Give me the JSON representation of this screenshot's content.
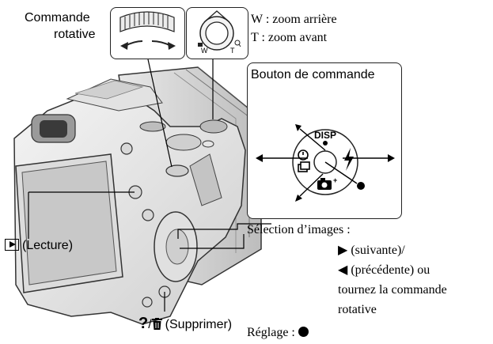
{
  "labels": {
    "dial_line1": "Commande",
    "dial_line2": "rotative",
    "zoom_w": "W : zoom arrière",
    "zoom_t": "T : zoom avant",
    "control_button": "Bouton de commande",
    "disp": "DISP",
    "playback": "(Lecture)",
    "delete_sep": "/",
    "delete": "(Supprimer)",
    "image_selection": "Sélection d’images :",
    "next": "(suivante)/",
    "previous": "(précédente) ou",
    "rotate_line1": "tournez la commande",
    "rotate_line2": "rotative",
    "setting": "Réglage :"
  },
  "lever": {
    "w": "W",
    "t": "T"
  },
  "icons": [
    "dial-icon",
    "zoom-lever-icon",
    "timer-icon",
    "flash-icon",
    "smart-zoom-icon",
    "playback-icon",
    "trash-icon",
    "arrow-up-icon",
    "arrow-down-icon",
    "arrow-left-icon",
    "arrow-right-icon",
    "center-dot-icon"
  ]
}
